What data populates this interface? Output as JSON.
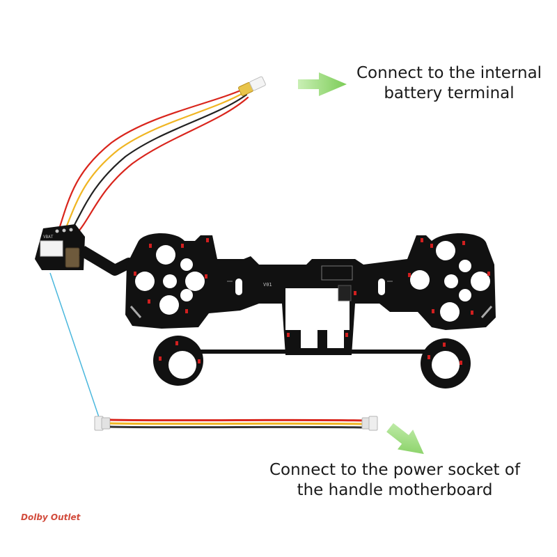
{
  "captions": {
    "top_line1": "Connect to the internal",
    "top_line2": "battery terminal",
    "bottom_line1": "Connect to the power socket of",
    "bottom_line2": "the handle motherboard"
  },
  "board_label": "V01",
  "watermark": "Dolby Outlet",
  "colors": {
    "arrow": "#8cd46a",
    "board": "#111111",
    "wire_red": "#d9251c",
    "wire_yellow": "#f0b522",
    "wire_black": "#222222",
    "leader_line": "#4ab7dd",
    "led": "#d11f1f"
  }
}
